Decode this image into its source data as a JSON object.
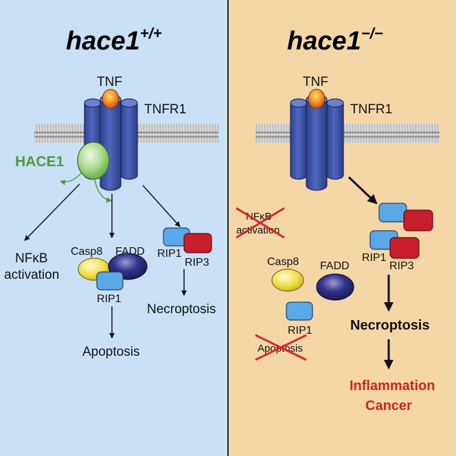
{
  "left": {
    "title": "hace1",
    "title_sup": "+/+",
    "ligand": "TNF",
    "receptor": "TNFR1",
    "hace1": "HACE1",
    "nfkb_line1": "NFκB",
    "nfkb_line2": "activation",
    "casp8": "Casp8",
    "fadd": "FADD",
    "rip1_a": "RIP1",
    "apoptosis": "Apoptosis",
    "rip1_b": "RIP1",
    "rip3": "RIP3",
    "necroptosis": "Necroptosis"
  },
  "right": {
    "title": "hace1",
    "title_sup": "−/−",
    "ligand": "TNF",
    "receptor": "TNFR1",
    "nfkb_line1": "NFκB",
    "nfkb_line2": "activation",
    "casp8": "Casp8",
    "fadd": "FADD",
    "rip1_a": "RIP1",
    "apoptosis": "Apoptosis",
    "rip1_b": "RIP1",
    "rip3": "RIP3",
    "necroptosis": "Necroptosis",
    "outcome1": "Inflammation",
    "outcome2": "Cancer"
  },
  "colors": {
    "left_bg": "#c9e0f7",
    "right_bg": "#f5d6a6",
    "receptor": "#3d54a6",
    "hace1_green": "#4e9a3a",
    "rip1_blue": "#5aa8e6",
    "rip3_red": "#c81e2b",
    "casp8_yellow": "#e8d43a",
    "fadd_navy": "#25256e",
    "cross_red": "#d02a2a",
    "outcome_red": "#c8261d"
  },
  "icons": [
    "tnf-ligand-icon",
    "tnfr1-receptor-icon",
    "membrane-icon",
    "hace1-protein-icon",
    "casp8-protein-icon",
    "fadd-protein-icon",
    "rip1-protein-icon",
    "rip3-protein-icon",
    "cross-out-icon"
  ]
}
